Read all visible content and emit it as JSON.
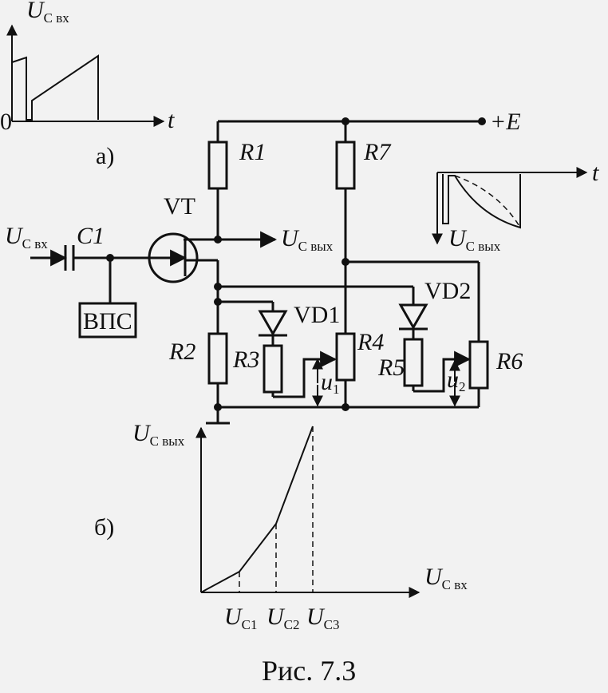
{
  "graph_a": {
    "y_label_main": "U",
    "y_label_sub": "C вх",
    "x_label": "t",
    "origin": "0",
    "panel_label": "а)"
  },
  "circuit": {
    "input_main": "U",
    "input_sub": "C вх",
    "capacitor": "C1",
    "transistor": "VT",
    "supply": "+E",
    "r1": "R1",
    "r2": "R2",
    "r3": "R3",
    "r4": "R4",
    "r5": "R5",
    "r6": "R6",
    "r7": "R7",
    "vd1": "VD1",
    "vd2": "VD2",
    "vps": "ВПС",
    "output_main": "U",
    "output_sub": "C вых",
    "u1_main": "u",
    "u1_sub": "1",
    "u2_main": "u",
    "u2_sub": "2"
  },
  "waveform_out": {
    "label_main": "U",
    "label_sub": "C вых",
    "x_label": "t"
  },
  "graph_b": {
    "y_label_main": "U",
    "y_label_sub": "C вых",
    "x_label_main": "U",
    "x_label_sub": "C вх",
    "panel_label": "б)",
    "ticks": [
      {
        "main": "U",
        "sub": "C1"
      },
      {
        "main": "U",
        "sub": "C2"
      },
      {
        "main": "U",
        "sub": "C3"
      }
    ]
  },
  "caption": "Рис. 7.3"
}
